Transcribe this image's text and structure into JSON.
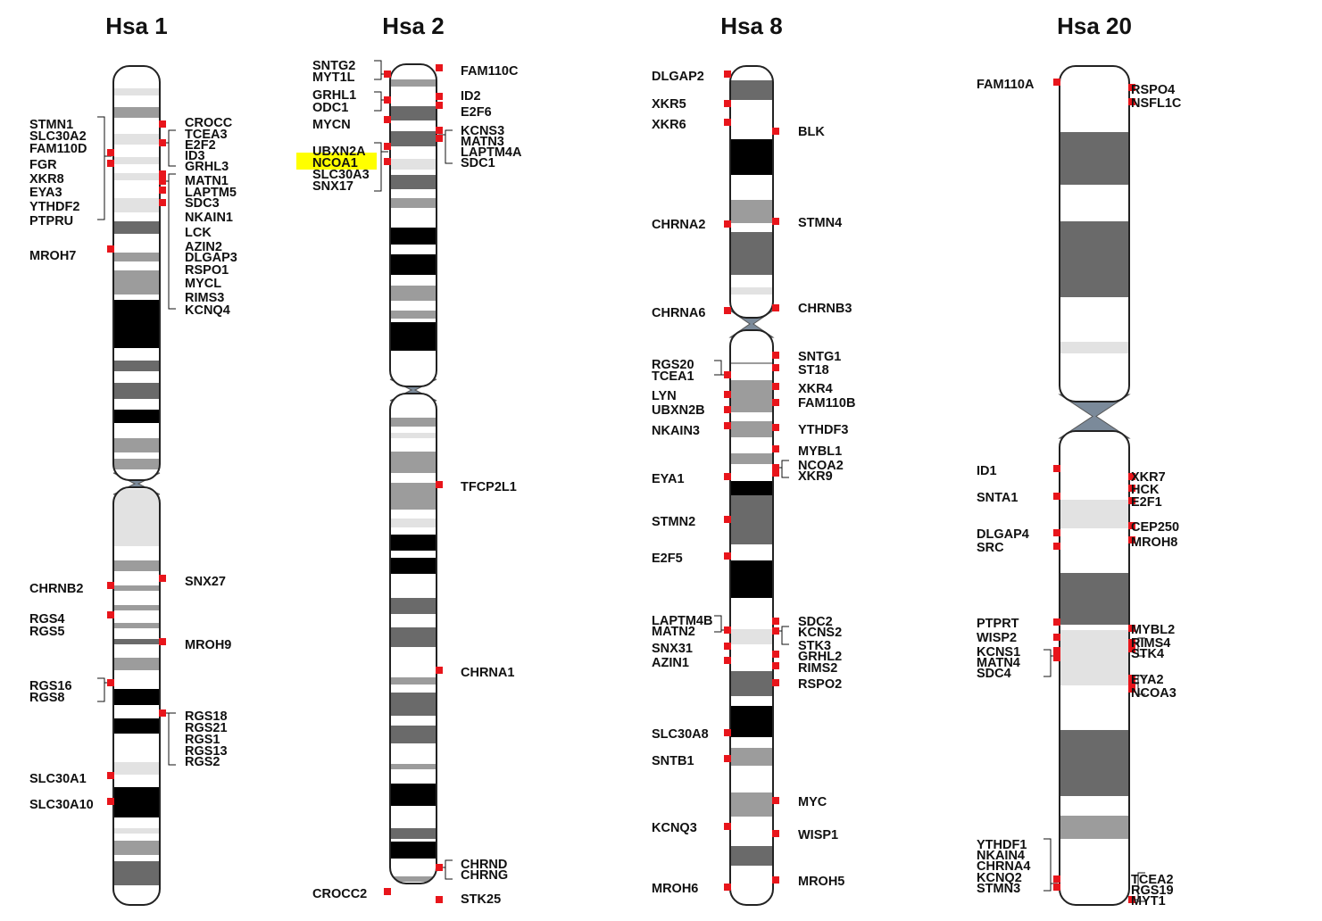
{
  "colors": {
    "marker": "#e8151b",
    "highlight": "#ffff00",
    "centromere": "#7b8a9a",
    "outline": "#222222"
  },
  "chromosomes": [
    {
      "id": "hsa1",
      "title": "Hsa 1",
      "left_genes": [
        "STMN1",
        "SLC30A2",
        "FAM110D",
        "FGR",
        "XKR8",
        "EYA3",
        "YTHDF2",
        "PTPRU",
        "MROH7",
        "CHRNB2",
        "RGS4",
        "RGS5",
        "RGS16",
        "RGS8",
        "SLC30A1",
        "SLC30A10"
      ],
      "right_genes": [
        "CROCC",
        "TCEA3",
        "E2F2",
        "ID3",
        "GRHL3",
        "MATN1",
        "LAPTM5",
        "SDC3",
        "NKAIN1",
        "LCK",
        "AZIN2",
        "DLGAP3",
        "RSPO1",
        "MYCL",
        "RIMS3",
        "KCNQ4",
        "SNX27",
        "MROH9",
        "RGS18",
        "RGS21",
        "RGS1",
        "RGS13",
        "RGS2"
      ]
    },
    {
      "id": "hsa2",
      "title": "Hsa 2",
      "left_genes": [
        "SNTG2",
        "MYT1L",
        "GRHL1",
        "ODC1",
        "MYCN",
        "UBXN2A",
        "NCOA1",
        "SLC30A3",
        "SNX17",
        "CROCC2"
      ],
      "right_genes": [
        "FAM110C",
        "ID2",
        "E2F6",
        "KCNS3",
        "MATN3",
        "LAPTM4A",
        "SDC1",
        "TFCP2L1",
        "CHRNA1",
        "CHRND",
        "CHRNG",
        "STK25"
      ],
      "highlighted_gene": "NCOA1"
    },
    {
      "id": "hsa8",
      "title": "Hsa 8",
      "left_genes": [
        "DLGAP2",
        "XKR5",
        "XKR6",
        "CHRNA2",
        "CHRNA6",
        "RGS20",
        "TCEA1",
        "LYN",
        "UBXN2B",
        "NKAIN3",
        "EYA1",
        "STMN2",
        "E2F5",
        "LAPTM4B",
        "MATN2",
        "SNX31",
        "AZIN1",
        "SLC30A8",
        "SNTB1",
        "KCNQ3",
        "MROH6"
      ],
      "right_genes": [
        "BLK",
        "STMN4",
        "CHRNB3",
        "SNTG1",
        "ST18",
        "XKR4",
        "FAM110B",
        "YTHDF3",
        "MYBL1",
        "NCOA2",
        "XKR9",
        "SDC2",
        "KCNS2",
        "STK3",
        "GRHL2",
        "RIMS2",
        "RSPO2",
        "MYC",
        "WISP1",
        "MROH5"
      ]
    },
    {
      "id": "hsa20",
      "title": "Hsa 20",
      "left_genes": [
        "FAM110A",
        "ID1",
        "SNTA1",
        "DLGAP4",
        "SRC",
        "PTPRT",
        "WISP2",
        "KCNS1",
        "MATN4",
        "SDC4",
        "YTHDF1",
        "NKAIN4",
        "CHRNA4",
        "KCNQ2",
        "STMN3"
      ],
      "right_genes": [
        "RSPO4",
        "NSFL1C",
        "XKR7",
        "HCK",
        "E2F1",
        "CEP250",
        "MROH8",
        "MYBL2",
        "RIMS4",
        "STK4",
        "EYA2",
        "NCOA3",
        "TCEA2",
        "RGS19",
        "MYT1"
      ]
    }
  ]
}
